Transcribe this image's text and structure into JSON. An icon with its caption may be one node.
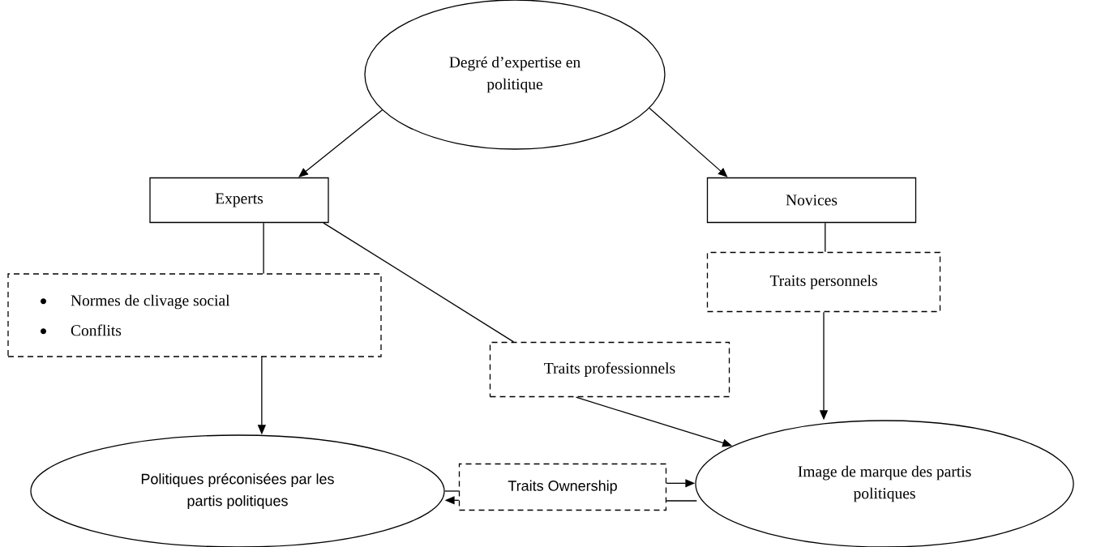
{
  "diagram": {
    "nodes": [
      {
        "text": [
          "Degré d’expertise en politique"
        ]
      },
      {
        "text": [
          "Experts"
        ]
      },
      {
        "text": [
          "Novices"
        ]
      },
      {
        "text": [
          "Normes de clivage social",
          "Conflits"
        ]
      },
      {
        "text": [
          "Traits professionnels"
        ]
      },
      {
        "text": [
          "Traits personnels"
        ]
      },
      {
        "text": [
          "Politiques préconisées par les partis politiques"
        ]
      },
      {
        "text": [
          "Image de marque des partis politiques"
        ]
      },
      {
        "text": [
          "Traits Ownership"
        ]
      }
    ],
    "edges": [
      {
        "from": 0,
        "to": 1,
        "arrow": "to"
      },
      {
        "from": 0,
        "to": 2,
        "arrow": "to"
      },
      {
        "from": 1,
        "to": 3,
        "arrow": "none"
      },
      {
        "from": 3,
        "to": 6,
        "arrow": "to"
      },
      {
        "from": 1,
        "to": 4,
        "arrow": "none"
      },
      {
        "from": 4,
        "to": 7,
        "arrow": "to"
      },
      {
        "from": 2,
        "to": 5,
        "arrow": "none"
      },
      {
        "from": 5,
        "to": 7,
        "arrow": "to"
      },
      {
        "from": 6,
        "to": 8,
        "arrow": "none"
      },
      {
        "from": 8,
        "to": 7,
        "arrow": "to"
      },
      {
        "from": 7,
        "to": 8,
        "arrow": "none"
      },
      {
        "from": 8,
        "to": 6,
        "arrow": "to"
      }
    ]
  }
}
